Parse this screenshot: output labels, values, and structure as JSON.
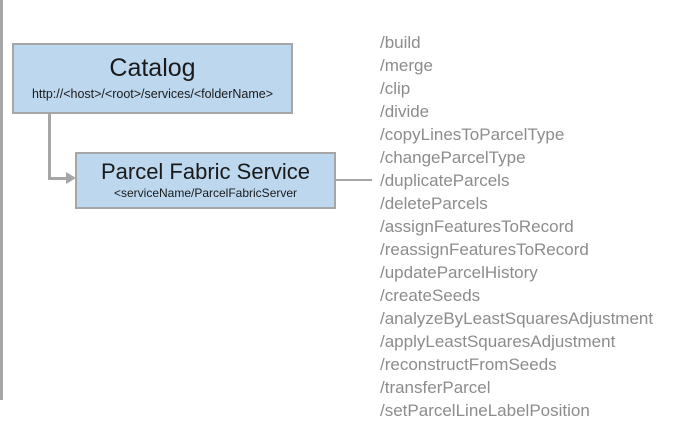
{
  "diagram": {
    "background_color": "#ffffff",
    "node_fill_color": "#bdd7ee",
    "node_border_color": "#a6a6a6",
    "connector_color": "#a6a6a6",
    "operation_text_color": "#8c8c8c",
    "nodes": [
      {
        "id": "catalog",
        "title": "Catalog",
        "subtitle": "http://<host>/<root>/services/<folderName>"
      },
      {
        "id": "parcel-fabric-service",
        "title": "Parcel Fabric Service",
        "subtitle": "<serviceName/ParcelFabricServer"
      }
    ],
    "operations": [
      "/build",
      "/merge",
      "/clip",
      "/divide",
      "/copyLinesToParcelType",
      "/changeParcelType",
      "/duplicateParcels",
      "/deleteParcels",
      "/assignFeaturesToRecord",
      "/reassignFeaturesToRecord",
      "/updateParcelHistory",
      "/createSeeds",
      "/analyzeByLeastSquaresAdjustment",
      "/applyLeastSquaresAdjustment",
      "/reconstructFromSeeds",
      "/transferParcel",
      "/setParcelLineLabelPosition"
    ]
  }
}
